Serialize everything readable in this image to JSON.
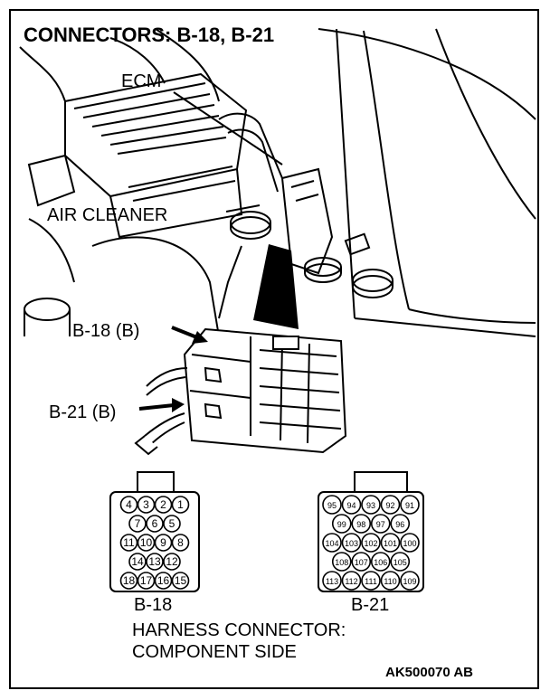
{
  "title": "CONNECTORS: B-18, B-21",
  "labels": {
    "ecm": "ECM",
    "air_cleaner": "AIR CLEANER",
    "b18_callout": "B-18 (B)",
    "b21_callout": "B-21 (B)"
  },
  "connectors": {
    "b18": {
      "name": "B-18",
      "rows": [
        [
          "4",
          "3",
          "2",
          "1"
        ],
        [
          "7",
          "6",
          "5"
        ],
        [
          "11",
          "10",
          "9",
          "8"
        ],
        [
          "14",
          "13",
          "12"
        ],
        [
          "18",
          "17",
          "16",
          "15"
        ]
      ]
    },
    "b21": {
      "name": "B-21",
      "rows": [
        [
          "95",
          "94",
          "93",
          "92",
          "91"
        ],
        [
          "99",
          "98",
          "97",
          "96"
        ],
        [
          "104",
          "103",
          "102",
          "101",
          "100"
        ],
        [
          "108",
          "107",
          "106",
          "105"
        ],
        [
          "113",
          "112",
          "111",
          "110",
          "109"
        ]
      ]
    }
  },
  "caption_line1": "HARNESS CONNECTOR:",
  "caption_line2": "COMPONENT SIDE",
  "figure_code": "AK500070 AB"
}
